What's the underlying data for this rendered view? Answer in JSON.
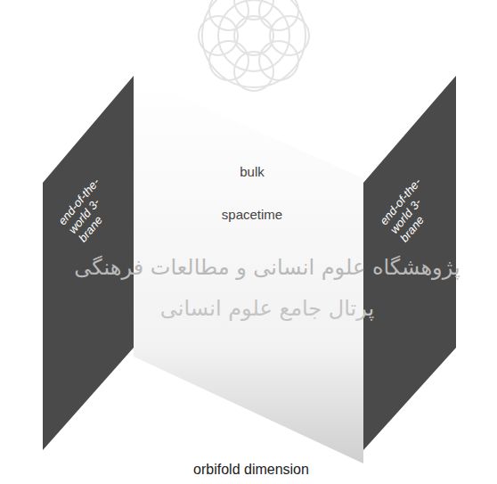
{
  "diagram": {
    "nodes": [
      {
        "text": [
          "end-of-the-world 3-brane"
        ]
      },
      {
        "text": [
          "end-of-the-world 3-brane"
        ]
      }
    ],
    "labels": [
      "bulk",
      "spacetime",
      "پژوهشگاه علوم انسانی و مطالعات فرهنگی",
      "پرتال جامع علوم انسانی",
      "orbifold dimension"
    ]
  }
}
